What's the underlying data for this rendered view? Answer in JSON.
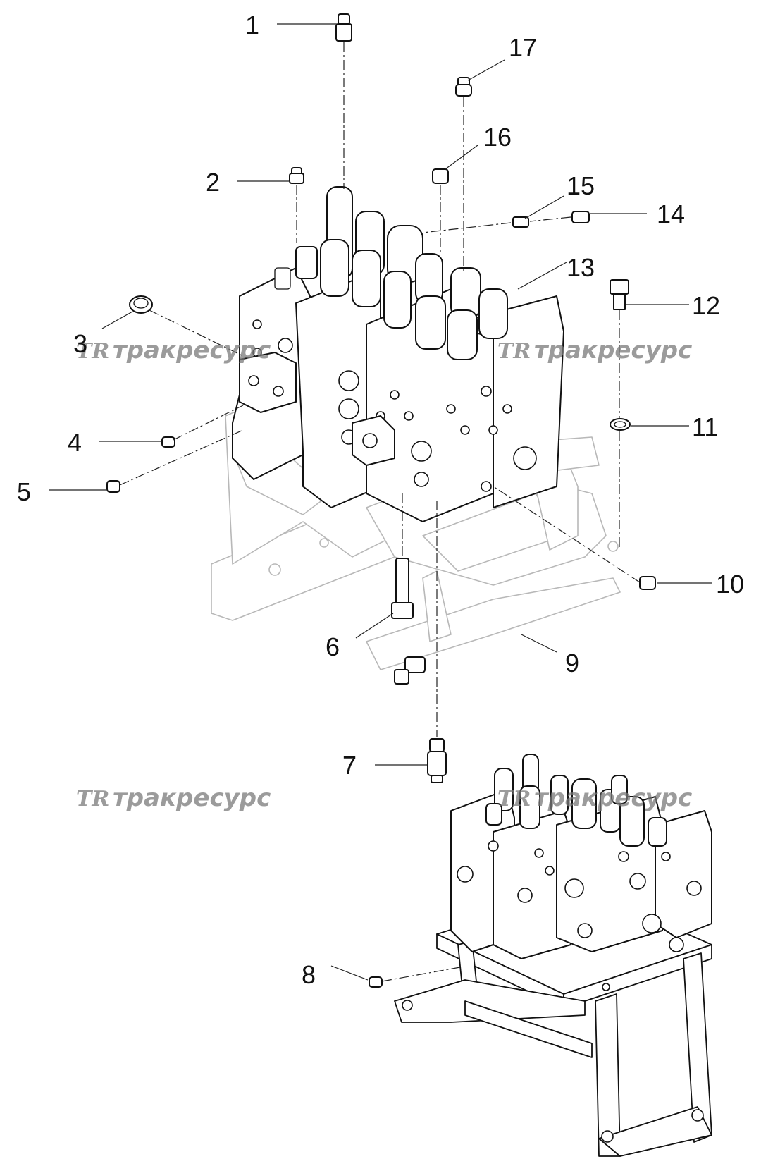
{
  "callouts": {
    "c1": "1",
    "c2": "2",
    "c3": "3",
    "c4": "4",
    "c5": "5",
    "c6": "6",
    "c7": "7",
    "c8": "8",
    "c9": "9",
    "c10": "10",
    "c11": "11",
    "c12": "12",
    "c13": "13",
    "c14": "14",
    "c15": "15",
    "c16": "16",
    "c17": "17"
  },
  "watermark": {
    "logo": "TR",
    "text": "тракресурс"
  },
  "colors": {
    "line": "#111111",
    "frame_line": "#b8b8b8",
    "watermark": "#7a7a7a"
  }
}
